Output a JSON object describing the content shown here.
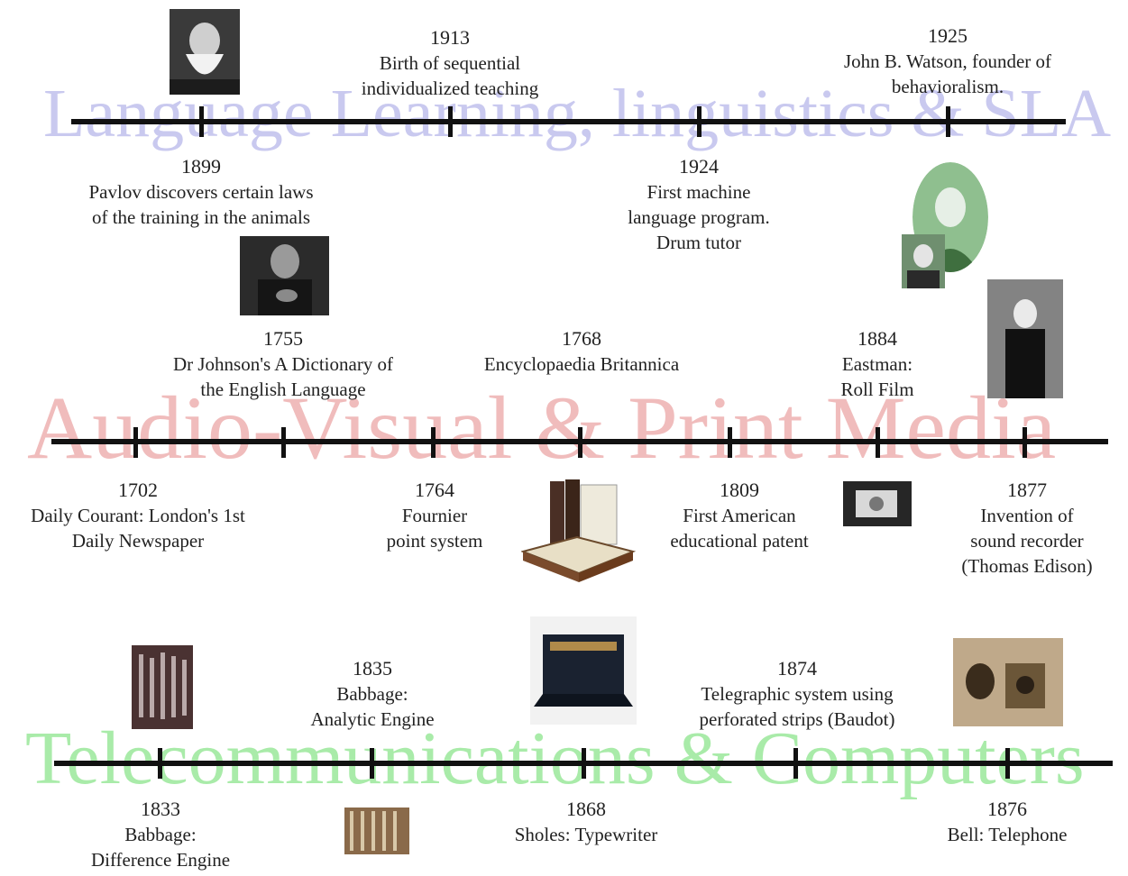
{
  "rows": [
    {
      "id": "language",
      "watermark": "Language Learning, linguistics & SLA",
      "events": [
        {
          "year": "1913",
          "lines": [
            "Birth of  sequential",
            "individualized teaching"
          ]
        },
        {
          "year": "1925",
          "lines": [
            "John B. Watson, founder of",
            "behavioralism."
          ]
        },
        {
          "year": "1899",
          "lines": [
            "Pavlov discovers certain laws",
            "of the training in the animals"
          ]
        },
        {
          "year": "1924",
          "lines": [
            "First machine",
            "language program.",
            "Drum tutor"
          ]
        }
      ]
    },
    {
      "id": "media",
      "watermark": "Audio-Visual & Print Media",
      "events": [
        {
          "year": "1755",
          "lines": [
            "Dr Johnson's A Dictionary of",
            "the English Language"
          ]
        },
        {
          "year": "1768",
          "lines": [
            "Encyclopaedia Britannica"
          ]
        },
        {
          "year": "1884",
          "lines": [
            "Eastman:",
            "Roll Film"
          ]
        },
        {
          "year": "1702",
          "lines": [
            "Daily Courant: London's 1st",
            "Daily Newspaper"
          ]
        },
        {
          "year": "1764",
          "lines": [
            "Fournier",
            "point system"
          ]
        },
        {
          "year": "1809",
          "lines": [
            "First American",
            "educational patent"
          ]
        },
        {
          "year": "1877",
          "lines": [
            "Invention of",
            "sound recorder",
            "(Thomas Edison)"
          ]
        }
      ]
    },
    {
      "id": "telecom",
      "watermark": "Telecommunications & Computers",
      "events": [
        {
          "year": "1835",
          "lines": [
            "Babbage:",
            "Analytic Engine"
          ]
        },
        {
          "year": "1874",
          "lines": [
            "Telegraphic system using",
            "perforated strips (Baudot)"
          ]
        },
        {
          "year": "1833",
          "lines": [
            "Babbage:",
            "Difference Engine"
          ]
        },
        {
          "year": "1868",
          "lines": [
            "Sholes: Typewriter"
          ]
        },
        {
          "year": "1876",
          "lines": [
            "Bell: Telephone"
          ]
        }
      ]
    }
  ]
}
